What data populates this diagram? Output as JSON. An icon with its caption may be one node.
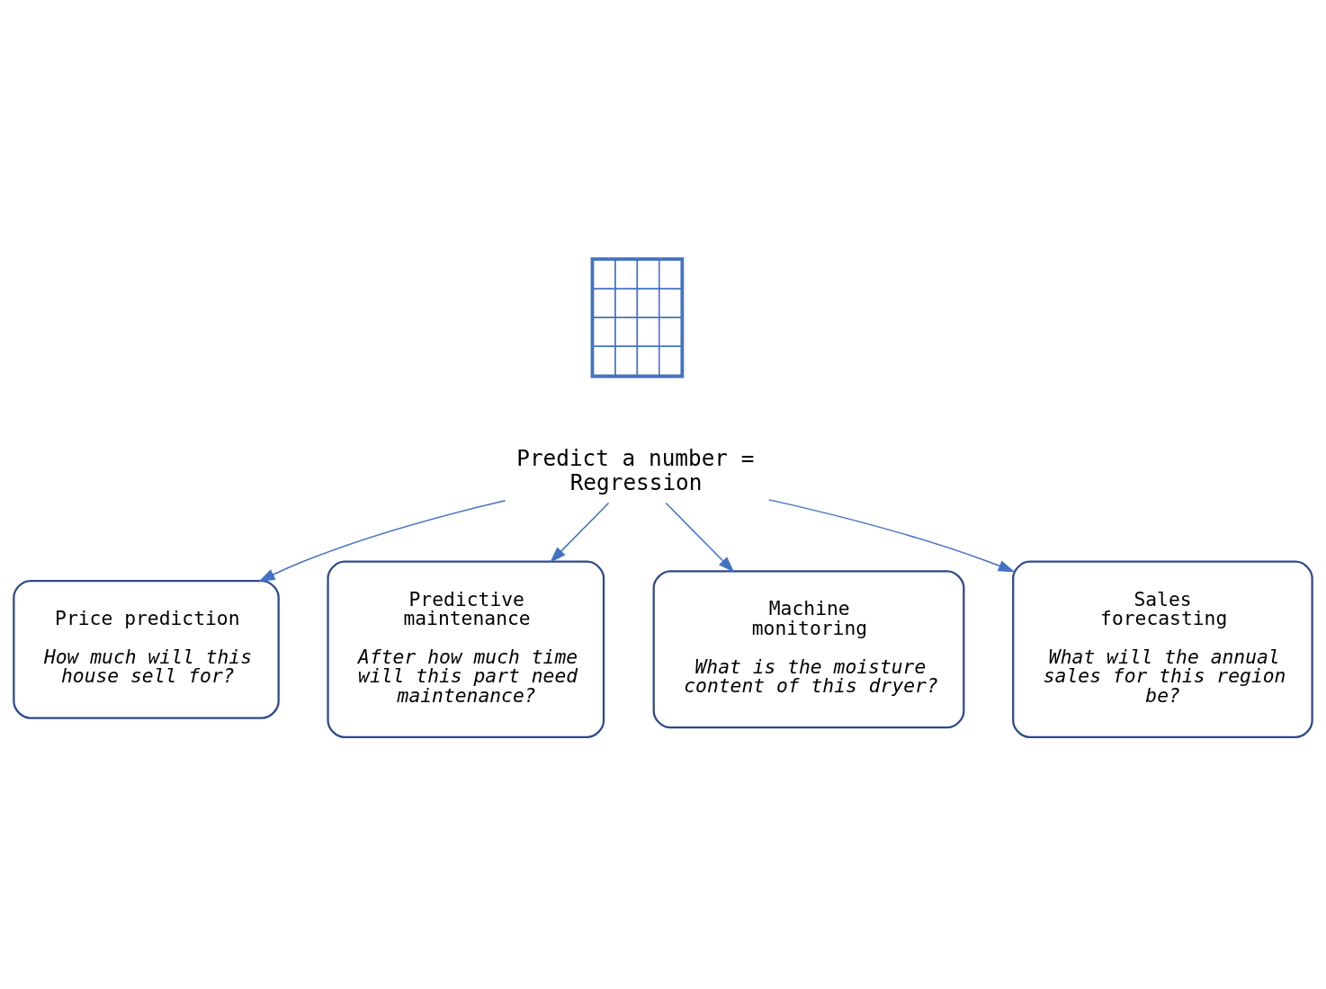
{
  "diagram": {
    "nodes": [
      {
        "text": [],
        "shape": "picture"
      },
      {
        "text": [
          "Predict a number = Regression"
        ]
      },
      {
        "text": [
          "Price prediction",
          "How much will this house sell for?"
        ]
      },
      {
        "text": [
          "Predictive maintenance",
          "After how much time will this part need maintenance?"
        ]
      },
      {
        "text": [
          "Machine monitoring",
          "What is the moisture content of this dryer?"
        ]
      },
      {
        "text": [
          "Sales forecasting",
          "What will the annual sales for this region be?"
        ]
      }
    ],
    "edges": [
      {
        "from": 1,
        "to": 2,
        "arrow": "to"
      },
      {
        "from": 1,
        "to": 3,
        "arrow": "to"
      },
      {
        "from": 1,
        "to": 4,
        "arrow": "to"
      },
      {
        "from": 1,
        "to": 5,
        "arrow": "to"
      }
    ]
  }
}
